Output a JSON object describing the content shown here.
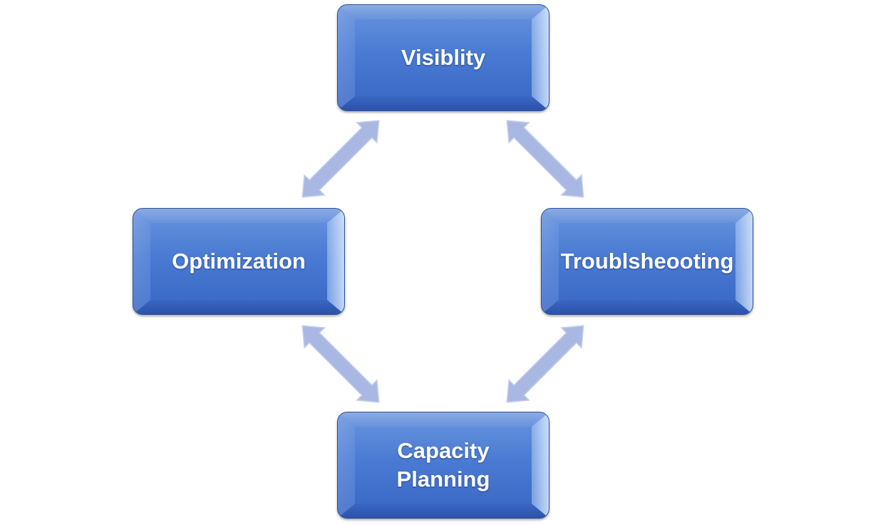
{
  "diagram": {
    "nodes": {
      "top": "Visiblity",
      "left": "Optimization",
      "right": "Troublsheooting",
      "bottom_line1": "Capacity",
      "bottom_line2": "Planning"
    },
    "colors": {
      "node_fill": "#4a7bd3",
      "node_border": "#2f5197",
      "arrow_fill": "#a9b8e3",
      "text": "#ffffff"
    }
  }
}
